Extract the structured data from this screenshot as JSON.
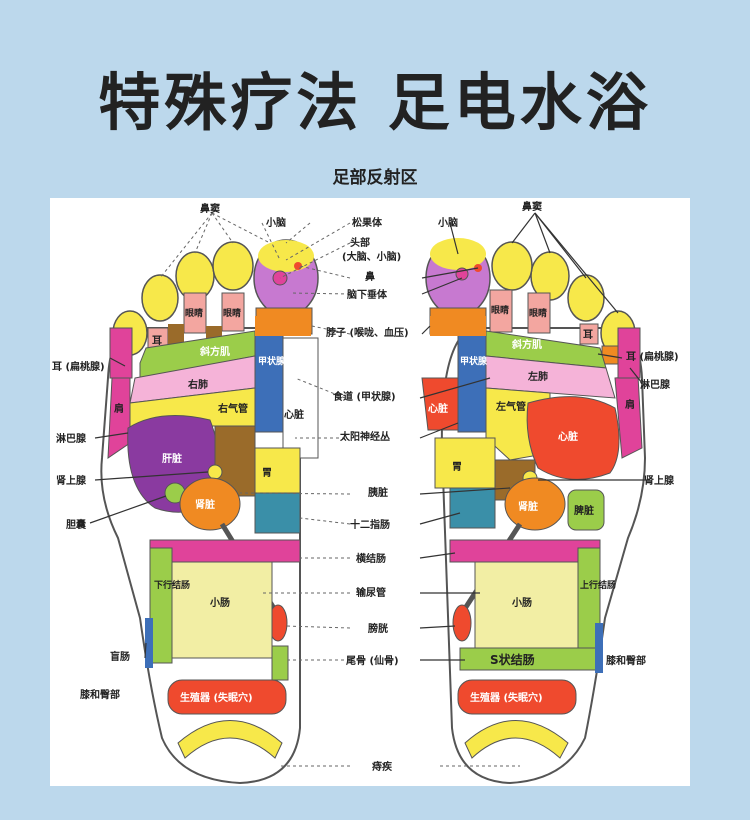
{
  "title": "特殊疗法 足电水浴",
  "subtitle": "足部反射区",
  "labels": {
    "nasal_sinus": "鼻窦",
    "cerebellum": "小脑",
    "pineal": "松果体",
    "head": "头部",
    "head_sub": "(大脑、小脑)",
    "nose": "鼻",
    "pituitary": "脑下垂体",
    "neck": "脖子 (喉咙、血压)",
    "esophagus": "食道 (甲状腺)",
    "solar_plexus": "太阳神经丛",
    "pancreas": "胰脏",
    "duodenum": "十二指肠",
    "transverse_colon": "横结肠",
    "ureter": "输尿管",
    "bladder": "膀胱",
    "coccyx": "尾骨 (仙骨)",
    "hemorrhoid": "痔疾",
    "ear_left": "耳 (扁桃腺)",
    "lymph_left": "淋巴腺",
    "adrenal_left": "肾上腺",
    "gallbladder": "胆囊",
    "cecum": "盲肠",
    "knee_left": "膝和臀部",
    "ear_right": "耳 (扁桃腺)",
    "lymph_right": "淋巴腺",
    "adrenal_right": "肾上腺",
    "knee_right": "膝和臀部",
    "ear_small": "耳",
    "eye": "眼睛",
    "trapezius": "斜方肌",
    "right_lung": "右肺",
    "left_lung": "左肺",
    "right_bronchus": "右气管",
    "left_bronchus": "左气管",
    "shoulder": "肩",
    "heart": "心脏",
    "thyroid": "甲状腺",
    "liver": "肝脏",
    "stomach": "胃",
    "kidney": "肾脏",
    "descending_colon": "下行结肠",
    "ascending_colon": "上行结肠",
    "small_intestine": "小肠",
    "spleen": "脾脏",
    "sigmoid": "S状结肠",
    "reproductive": "生殖器 (失眠穴)"
  },
  "colors": {
    "background": "#bcd8ec",
    "panel": "#ffffff",
    "outline": "#555555",
    "yellow": "#f7e84a",
    "pale_yellow": "#f2eea4",
    "purple": "#8a3aa0",
    "pink": "#f5b3d8",
    "magenta": "#e0439a",
    "green": "#9bcd4a",
    "orange": "#f08a22",
    "red": "#ef4a2e",
    "blue": "#3d6fb8",
    "brown": "#9a6b2a",
    "teal": "#3a8fa8"
  }
}
